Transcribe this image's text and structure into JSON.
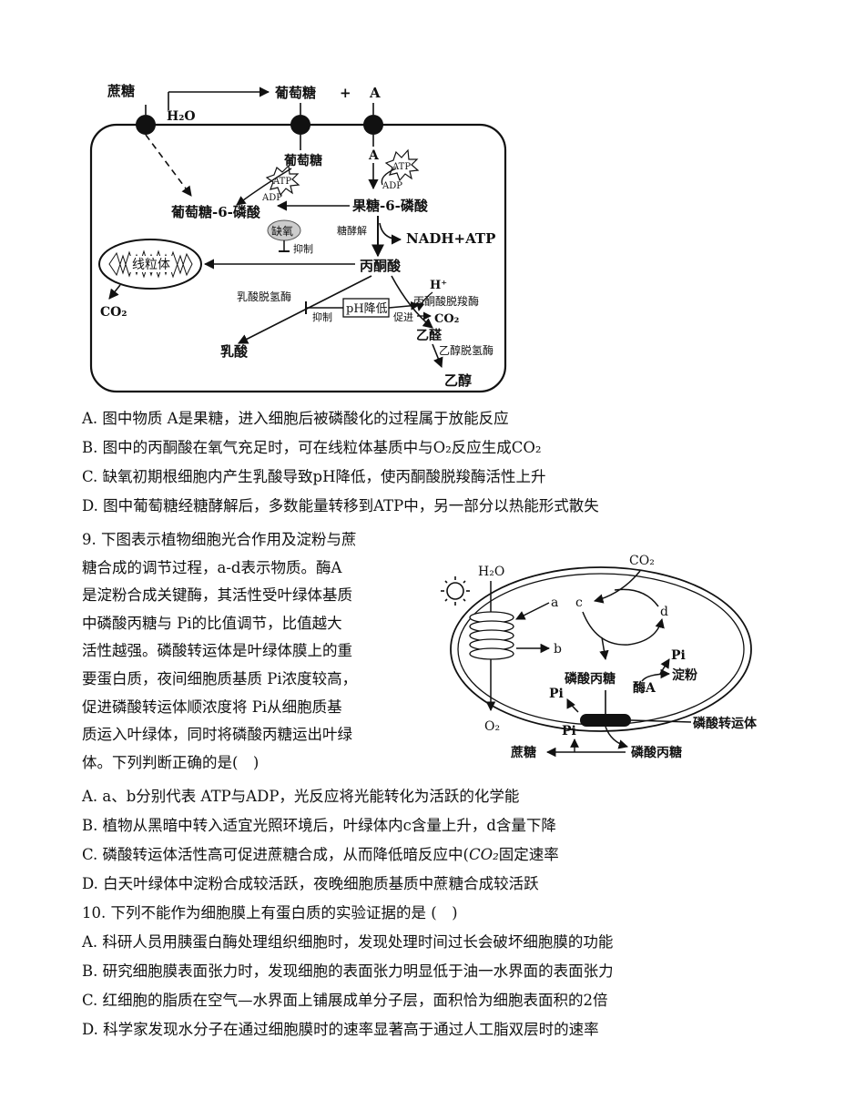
{
  "fig1": {
    "sucrose": "蔗糖",
    "h2o": "H₂O",
    "glucose": "葡萄糖",
    "plus": "+",
    "a": "A",
    "glucose_in": "葡萄糖",
    "atp1": "ATP",
    "adp1": "ADP",
    "a_in": "A",
    "atp2": "ATP",
    "adp2": "ADP",
    "g6p": "葡萄糖-6-磷酸",
    "f6p": "果糖-6-磷酸",
    "glycolysis": "糖酵解",
    "nadh_atp": "NADH+ATP",
    "hypoxia": "缺氧",
    "inhibit1": "抑制",
    "mito": "线粒体",
    "co2_left": "CO₂",
    "pyruvate": "丙酮酸",
    "hplus": "H⁺",
    "ldh": "乳酸脱氢酶",
    "ph": "pH降低",
    "pdc": "丙酮酸脱羧酶",
    "inhibit2": "抑制",
    "promote": "促进",
    "co2_right": "CO₂",
    "acetaldehyde": "乙醛",
    "adh": "乙醇脱氢酶",
    "lactate": "乳酸",
    "ethanol": "乙醇"
  },
  "q8": {
    "a": "A. 图中物质 A是果糖，进入细胞后被磷酸化的过程属于放能反应",
    "b": "B. 图中的丙酮酸在氧气充足时，可在线粒体基质中与O₂反应生成CO₂",
    "c": "C. 缺氧初期根细胞内产生乳酸导致pH降低，使丙酮酸脱羧酶活性上升",
    "d": "D. 图中葡萄糖经糖酵解后，多数能量转移到ATP中，另一部分以热能形式散失"
  },
  "q9": {
    "lines": [
      "9. 下图表示植物细胞光合作用及淀粉与蔗",
      "糖合成的调节过程，a-d表示物质。酶A",
      "是淀粉合成关键酶，其活性受叶绿体基质",
      "中磷酸丙糖与 Pi的比值调节，比值越大",
      "活性越强。磷酸转运体是叶绿体膜上的重",
      "要蛋白质，夜间细胞质基质 Pi浓度较高，",
      "促进磷酸转运体顺浓度将 Pi从细胞质基",
      "质运入叶绿体，同时将磷酸丙糖运出叶绿",
      "体。下列判断正确的是(　)"
    ],
    "a": "A. a、b分别代表 ATP与ADP，光反应将光能转化为活跃的化学能",
    "b": "B. 植物从黑暗中转入适宜光照环境后，叶绿体内c含量上升，d含量下降",
    "c_pre": "C. 磷酸转运体活性高可促进蔗糖合成，从而降低暗反应中(",
    "c_co2": "CO₂",
    "c_post": "固定速率",
    "d": "D. 白天叶绿体中淀粉合成较活跃，夜晚细胞质基质中蔗糖合成较活跃"
  },
  "fig2": {
    "h2o": "H₂O",
    "co2": "CO₂",
    "c": "c",
    "a": "a",
    "d": "d",
    "b": "b",
    "pi1": "Pi",
    "triose1": "磷酸丙糖",
    "enzyme_a": "酶A",
    "starch": "淀粉",
    "pi2": "Pi",
    "o2": "O₂",
    "pi3": "Pi",
    "transporter": "磷酸转运体",
    "sucrose": "蔗糖",
    "triose2": "磷酸丙糖"
  },
  "q10": {
    "stem": "10. 下列不能作为细胞膜上有蛋白质的实验证据的是 (　)",
    "a": "A. 科研人员用胰蛋白酶处理组织细胞时，发现处理时间过长会破坏细胞膜的功能",
    "b": "B. 研究细胞膜表面张力时，发现细胞的表面张力明显低于油一水界面的表面张力",
    "c": "C. 红细胞的脂质在空气—水界面上铺展成单分子层，面积恰为细胞表面积的2倍",
    "d": "D. 科学家发现水分子在通过细胞膜时的速率显著高于通过人工脂双层时的速率"
  }
}
